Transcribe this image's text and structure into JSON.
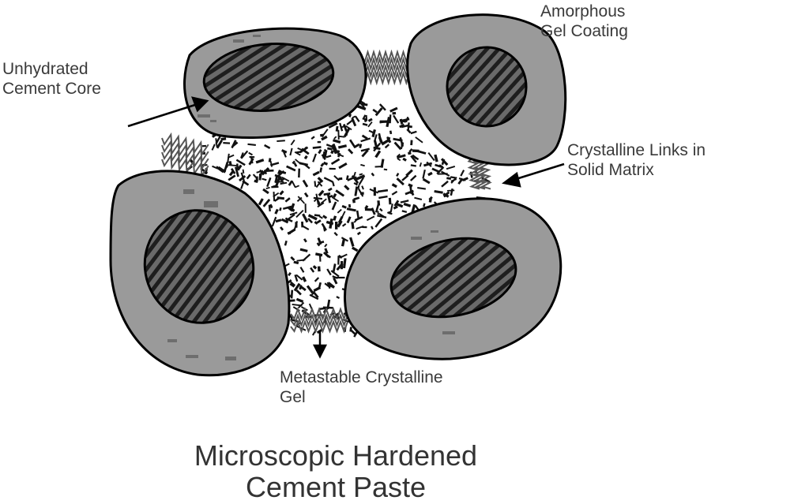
{
  "labels": {
    "unhydrated_core": [
      "Unhydrated",
      "Cement Core"
    ],
    "amorphous_gel": [
      "Amorphous",
      "Gel Coating"
    ],
    "crystalline_links": [
      "Crystalline Links in",
      "Solid Matrix"
    ],
    "metastable_gel": [
      "Metastable Crystalline",
      "Gel"
    ]
  },
  "title": [
    "Microscopic Hardened",
    "Cement Paste"
  ],
  "colors": {
    "grain_fill": "#9a9a9a",
    "core_fill": "#555555",
    "outline": "#000000",
    "crystal": "#111111",
    "text": "#3a3a3a"
  }
}
